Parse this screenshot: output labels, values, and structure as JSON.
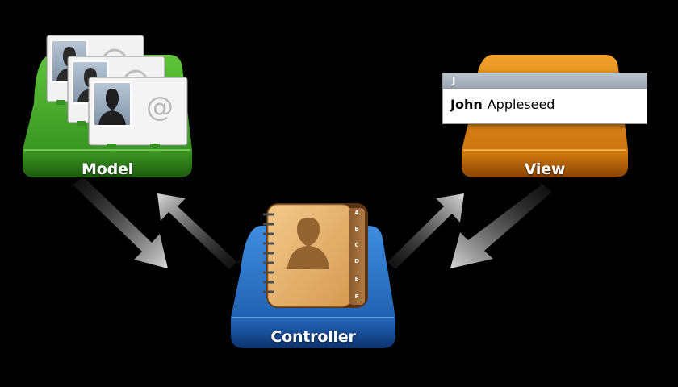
{
  "diagram": {
    "nodes": {
      "model": {
        "label": "Model",
        "color": "#3a8f24"
      },
      "view": {
        "label": "View",
        "color": "#d7820f"
      },
      "controller": {
        "label": "Controller",
        "color": "#1f63b5"
      }
    },
    "view_panel": {
      "section_letter": "J",
      "contact_first_name": "John",
      "contact_last_name": "Appleseed"
    },
    "model_cards": {
      "email_symbol": "@"
    },
    "address_book_tabs": [
      "A",
      "B",
      "C",
      "D",
      "E",
      "F"
    ]
  },
  "icons": [
    "contact-card-icon",
    "person-silhouette-icon",
    "address-book-icon",
    "arrow-icon"
  ]
}
